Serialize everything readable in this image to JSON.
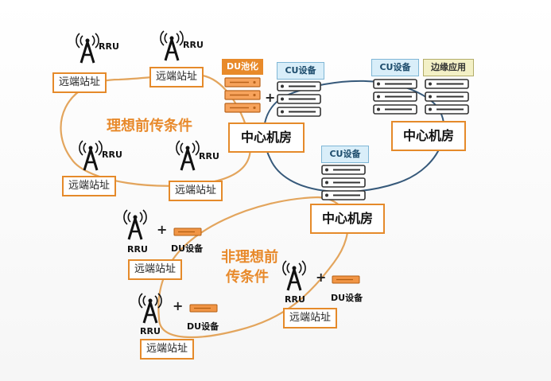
{
  "ideal": {
    "label": "理想前传条件"
  },
  "nonideal": {
    "label_line1": "非理想前",
    "label_line2": "传条件"
  },
  "remote_site_label": "远端站址",
  "rru_label": "RRU",
  "du_device_label": "DU设备",
  "du_pool_label": "DU池化",
  "cu_device_label": "CU设备",
  "edge_app_label": "边缘应用",
  "central_room_label": "中心机房",
  "plus": "+"
}
